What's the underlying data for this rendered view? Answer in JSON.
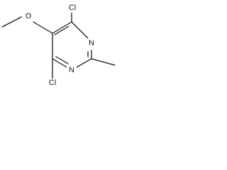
{
  "molecule": {
    "atoms": {
      "cl_top": "Cl",
      "cl_bottom": "Cl",
      "oxygen": "O",
      "n_upper": "N",
      "n_lower": "N"
    },
    "bond_color": "#1a1a1a",
    "background": "#ffffff"
  }
}
